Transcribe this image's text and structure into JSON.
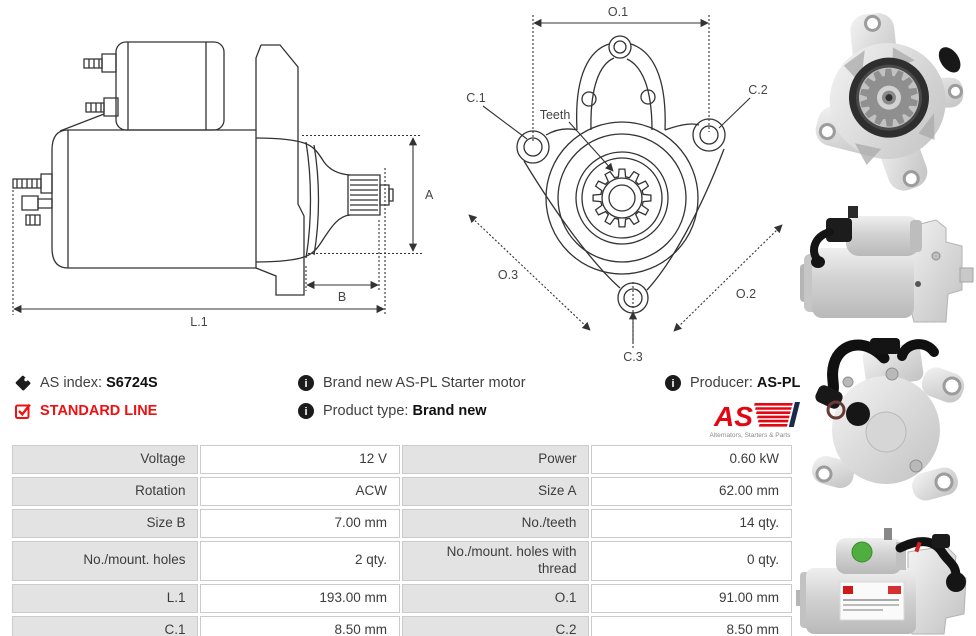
{
  "info": {
    "as_index_label": "AS index:",
    "as_index_value": "S6724S",
    "standard_line": "STANDARD LINE",
    "brand_new_text": "Brand new AS-PL Starter motor",
    "product_type_label": "Product type:",
    "product_type_value": "Brand new",
    "producer_label": "Producer:",
    "producer_value": "AS-PL",
    "logo_text": "AS",
    "logo_subtext": "Alternators, Starters & Parts"
  },
  "drawings": {
    "side_view": {
      "a": "A",
      "b": "B",
      "l1": "L.1"
    },
    "front_view": {
      "o1": "O.1",
      "o2": "O.2",
      "o3": "O.3",
      "c1": "C.1",
      "c2": "C.2",
      "c3": "C.3",
      "teeth": "Teeth"
    }
  },
  "photos": [
    {
      "name": "front-flange-photo"
    },
    {
      "name": "side-view-photo"
    },
    {
      "name": "rear-view-photo"
    },
    {
      "name": "side-view-label-photo"
    }
  ],
  "spec_table": {
    "rows": [
      {
        "label1": "Voltage",
        "value1": "12 V",
        "label2": "Power",
        "value2": "0.60 kW"
      },
      {
        "label1": "Rotation",
        "value1": "ACW",
        "label2": "Size A",
        "value2": "62.00 mm"
      },
      {
        "label1": "Size B",
        "value1": "7.00 mm",
        "label2": "No./teeth",
        "value2": "14 qty."
      },
      {
        "label1": "No./mount. holes",
        "value1": "2 qty.",
        "label2": "No./mount. holes with thread",
        "value2": "0 qty."
      },
      {
        "label1": "L.1",
        "value1": "193.00 mm",
        "label2": "O.1",
        "value2": "91.00 mm"
      },
      {
        "label1": "C.1",
        "value1": "8.50 mm",
        "label2": "C.2",
        "value2": "8.50 mm"
      }
    ]
  },
  "colors": {
    "accent_red": "#ee1111",
    "logo_red": "#e30613",
    "logo_navy": "#1b2a4a",
    "table_label_bg": "#e3e3e3",
    "table_border": "#cbcbcb",
    "drawing_line": "#333333"
  }
}
